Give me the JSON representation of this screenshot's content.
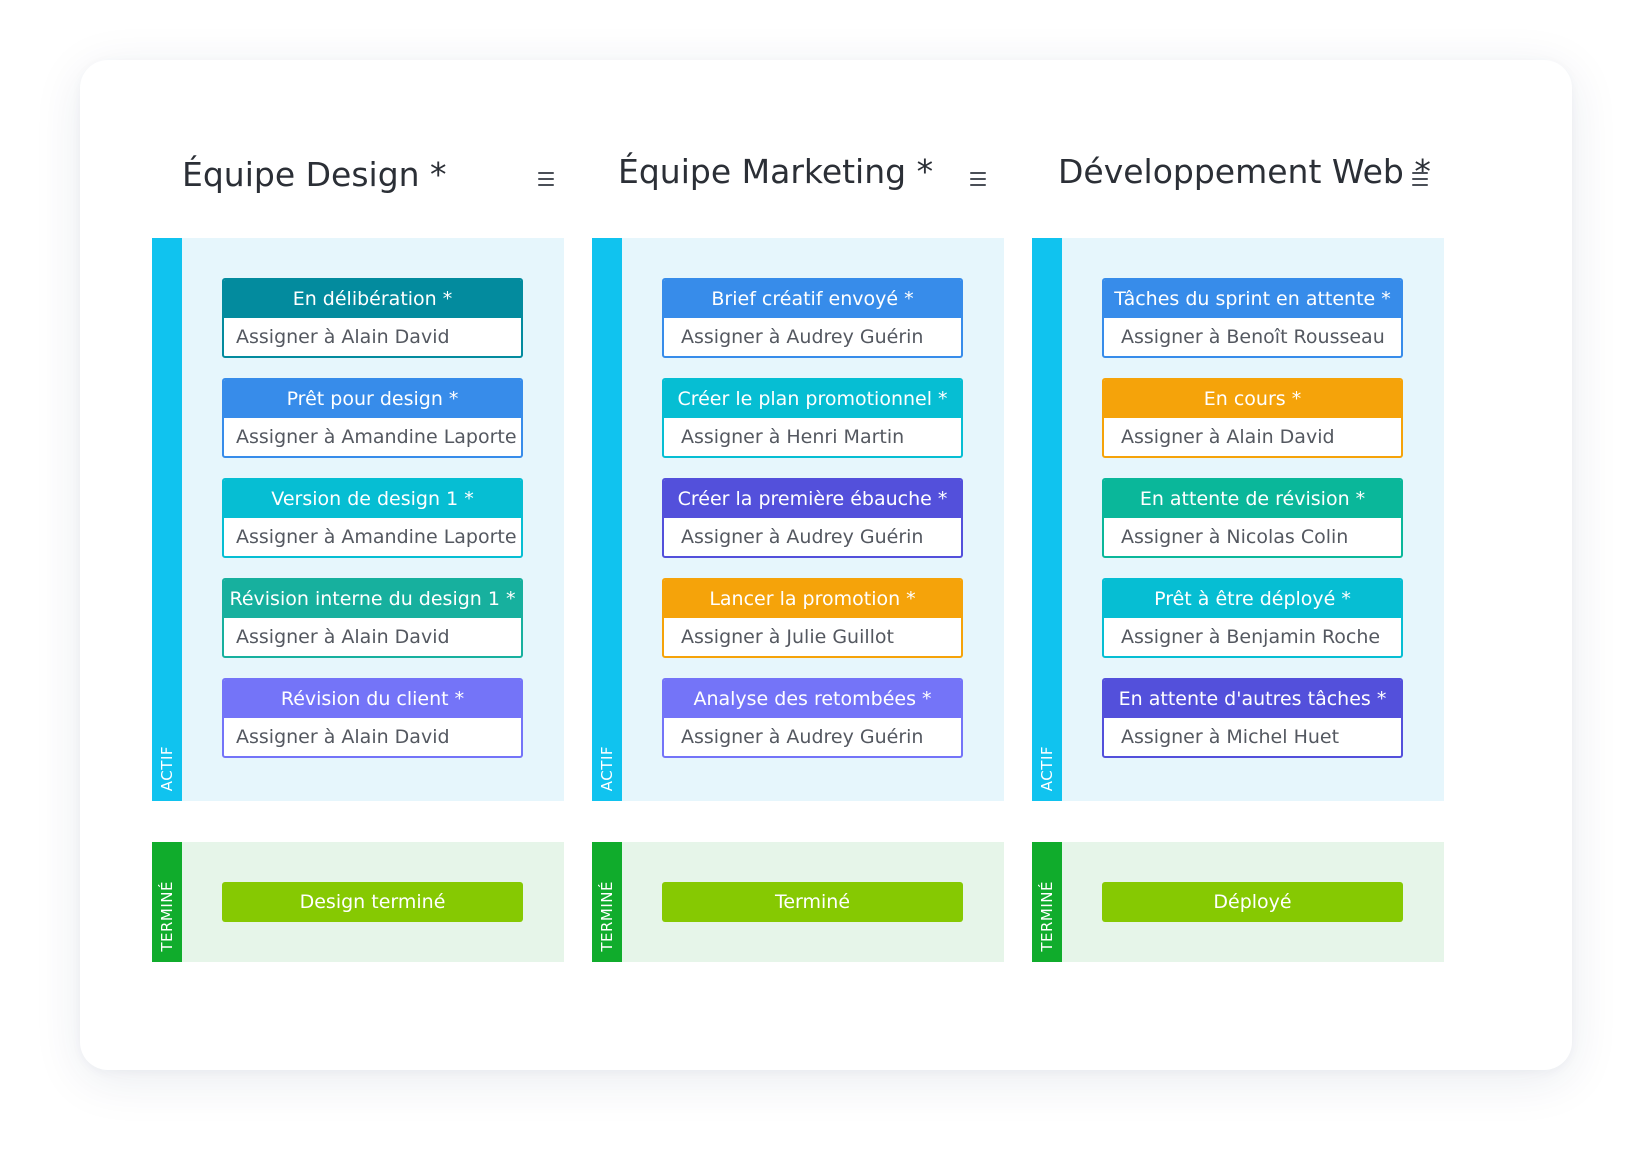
{
  "columns": [
    {
      "title": "Équipe Design *",
      "active_label": "ACTIF",
      "done_label": "TERMINÉ",
      "done_chip": "Design terminé",
      "tasks": [
        {
          "title": "En délibération *",
          "assign": "Assigner à Alain David",
          "color": "#038b9e"
        },
        {
          "title": "Prêt pour design *",
          "assign": "Assigner à Amandine Laporte",
          "color": "#378cea"
        },
        {
          "title": "Version de design 1 *",
          "assign": "Assigner à Amandine Laporte",
          "color": "#06bed3"
        },
        {
          "title": "Révision interne du design 1 *",
          "assign": "Assigner à Alain David",
          "color": "#17b09e"
        },
        {
          "title": "Révision du client *",
          "assign": "Assigner à Alain David",
          "color": "#7474f8"
        }
      ]
    },
    {
      "title": "Équipe Marketing *",
      "active_label": "ACTIF",
      "done_label": "TERMINÉ",
      "done_chip": "Terminé",
      "tasks": [
        {
          "title": "Brief créatif envoyé *",
          "assign": "Assigner à Audrey Guérin",
          "color": "#378cea"
        },
        {
          "title": "Créer le plan promotionnel *",
          "assign": "Assigner à Henri Martin",
          "color": "#06bed3"
        },
        {
          "title": "Créer la première ébauche *",
          "assign": "Assigner à Audrey Guérin",
          "color": "#5350db"
        },
        {
          "title": "Lancer la promotion *",
          "assign": "Assigner à Julie Guillot",
          "color": "#f5a30a"
        },
        {
          "title": "Analyse des retombées *",
          "assign": "Assigner à Audrey Guérin",
          "color": "#7474f8"
        }
      ]
    },
    {
      "title": "Développement Web *",
      "active_label": "ACTIF",
      "done_label": "TERMINÉ",
      "done_chip": "Déployé",
      "tasks": [
        {
          "title": "Tâches du sprint en attente *",
          "assign": "Assigner à Benoît Rousseau",
          "color": "#378cea"
        },
        {
          "title": "En cours *",
          "assign": "Assigner à Alain David",
          "color": "#f5a30a"
        },
        {
          "title": "En attente de révision *",
          "assign": "Assigner à Nicolas Colin",
          "color": "#0ab79a"
        },
        {
          "title": "Prêt à être déployé *",
          "assign": "Assigner à Benjamin Roche",
          "color": "#06bed3"
        },
        {
          "title": "En attente d'autres tâches *",
          "assign": "Assigner à Michel Huet",
          "color": "#5350db"
        }
      ]
    }
  ],
  "colors": {
    "active_strip": "#10c3ef",
    "done_strip": "#10ac2c",
    "active_lane_bg": "#e6f6fc",
    "done_lane_bg": "#e6f5e9",
    "done_chip": "#86c902"
  },
  "icons": {
    "column_menu": "hamburger-menu-icon"
  }
}
